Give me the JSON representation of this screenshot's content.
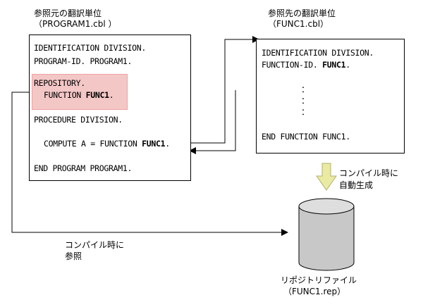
{
  "source": {
    "title": "参照元の翻訳単位",
    "filename": "（PROGRAM1.cbl ）",
    "line1": "IDENTIFICATION DIVISION.",
    "line2": "PROGRAM-ID. PROGRAM1.",
    "repository": "REPOSITORY.",
    "function_kw": "FUNCTION ",
    "function_name": "FUNC1",
    "dot": ".",
    "procedure": "PROCEDURE DIVISION.",
    "compute_prefix": "COMPUTE A = FUNCTION ",
    "compute_name": "FUNC1",
    "end": "END PROGRAM PROGRAM1."
  },
  "target": {
    "title": "参照先の翻訳単位",
    "filename": "（FUNC1.cbl）",
    "line1": "IDENTIFICATION DIVISION.",
    "function_id_prefix": "FUNCTION-ID. ",
    "function_id_name": "FUNC1",
    "dot": ".",
    "dots": "：",
    "end": "END FUNCTION FUNC1."
  },
  "compile_auto": {
    "line1": "コンパイル時に",
    "line2": "自動生成"
  },
  "compile_ref": {
    "line1": "コンパイル時に",
    "line2": "参照"
  },
  "repository_file": {
    "label": "リポジトリファイル",
    "filename": "（FUNC1.rep）"
  },
  "colors": {
    "highlight_fill": "#f4c7c7",
    "highlight_border": "#f0a0a0",
    "arrow_fill": "#eaeaa2",
    "cylinder_fill": "#c8c8c8"
  }
}
